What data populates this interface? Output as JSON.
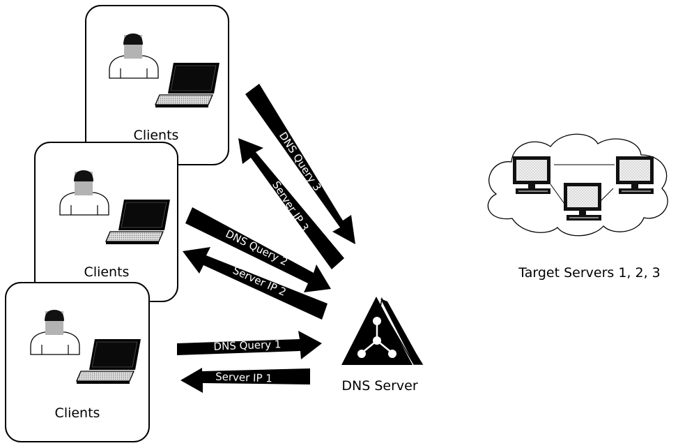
{
  "clients": [
    {
      "label": "Clients"
    },
    {
      "label": "Clients"
    },
    {
      "label": "Clients"
    }
  ],
  "arrows": [
    {
      "label": "DNS Query 1"
    },
    {
      "label": "Server IP 1"
    },
    {
      "label": "DNS Query 2"
    },
    {
      "label": "Server IP 2"
    },
    {
      "label": "DNS Query 3"
    },
    {
      "label": "Server IP 3"
    }
  ],
  "dns_server": {
    "label": "DNS Server"
  },
  "target_servers": {
    "label": "Target Servers 1, 2, 3"
  },
  "colors": {
    "arrow_fill": "#000000",
    "arrow_text": "#ffffff",
    "stroke": "#000000"
  }
}
